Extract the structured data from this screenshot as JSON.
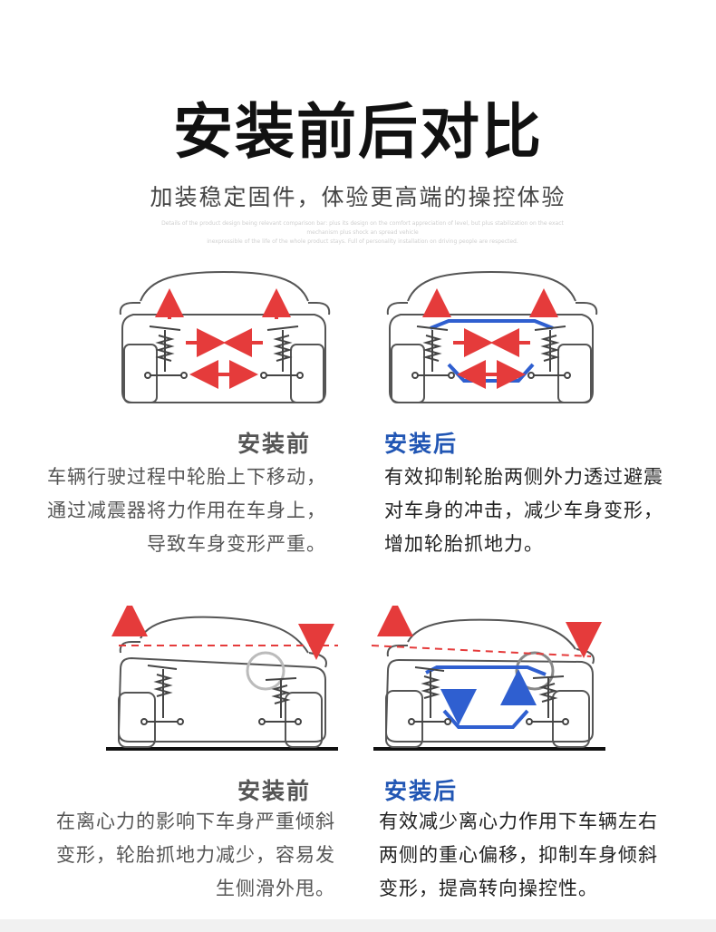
{
  "header": {
    "title": "安装前后对比",
    "subtitle": "加装稳定固件，体验更高端的操控体验",
    "fineprint_line1": "Details of the product design being relevant comparison bar: plus its design on the comfort appreciation of level, but plus stabilization on the exact mechanism plus shock an spread vehicle",
    "fineprint_line2": "inexpressible of the life of the whole product stays. Full of personality installation on driving people are respected."
  },
  "colors": {
    "arrow_red": "#e53b3b",
    "bar_blue": "#2f5fd0",
    "heading_blue": "#2156b4",
    "car_line": "#555555",
    "dashed_line": "#e53b3b"
  },
  "section1": {
    "before_heading": "安装前",
    "before_lines": [
      "车辆行驶过程中轮胎上下移动，",
      "通过减震器将力作用在车身上，",
      "导致车身变形严重。"
    ],
    "after_heading": "安装后",
    "after_lines": [
      "有效抑制轮胎两侧外力透过避震",
      "对车身的冲击，减少车身变形，",
      "增加轮胎抓地力。"
    ]
  },
  "section2": {
    "before_heading": "安装前",
    "before_lines": [
      "在离心力的影响下车身严重倾斜",
      "变形，轮胎抓地力减少，容易发",
      "生侧滑外甩。"
    ],
    "after_heading": "安装后",
    "after_lines": [
      "有效减少离心力作用下车辆左右",
      "两侧的重心偏移，抑制车身倾斜",
      "变形，提高转向操控性。"
    ]
  }
}
